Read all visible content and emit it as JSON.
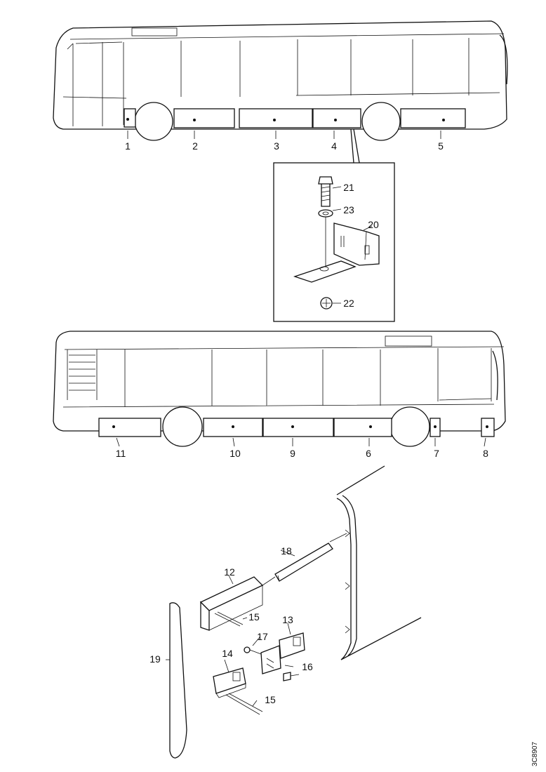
{
  "callouts": {
    "upper": [
      "1",
      "2",
      "3",
      "4",
      "5"
    ],
    "detail": [
      "21",
      "23",
      "20",
      "22"
    ],
    "lower": [
      "11",
      "10",
      "9",
      "6",
      "7",
      "8"
    ],
    "parts": [
      "18",
      "12",
      "15",
      "13",
      "17",
      "19",
      "14",
      "16",
      "15"
    ]
  },
  "drawing_code": "3C8907"
}
